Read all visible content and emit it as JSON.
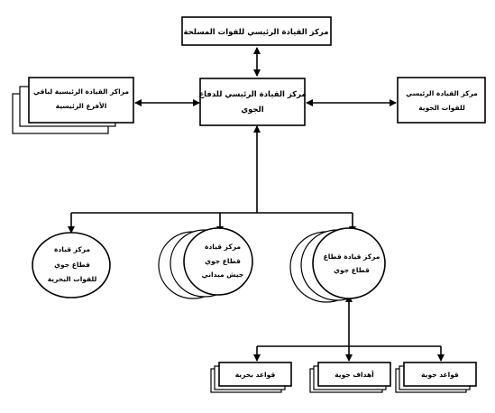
{
  "nodes": {
    "armed_forces_hq": {
      "line1": "مركز القيادة الرئيسي للقوات المسلحة"
    },
    "air_defense_hq": {
      "line1": "مركز القيادة الرئيسي للدفاع",
      "line2": "الجوي"
    },
    "other_branches_hq": {
      "line1": "مراكز القيادة الرئيسية لباقي",
      "line2": "الأفرع الرئيسية"
    },
    "air_force_hq": {
      "line1": "مركز القيادة الرئيسي",
      "line2": "للقوات الجوية"
    },
    "sector_center_1": {
      "line1": "مركز قيادة قطاع",
      "line2": "قطاع جوي"
    },
    "sector_center_2": {
      "line1": "مركز قيادة",
      "line2": "قطاع جوي",
      "line3": "جيش ميداني"
    },
    "sector_center_3": {
      "line1": "مركز قيادة",
      "line2": "قطاع جوي",
      "line3": "للقوات البحرية"
    },
    "air_bases": {
      "label": "قواعد جوية"
    },
    "air_targets": {
      "label": "أهداف جوية"
    },
    "naval_bases": {
      "label": "قواعد بحرية"
    }
  }
}
